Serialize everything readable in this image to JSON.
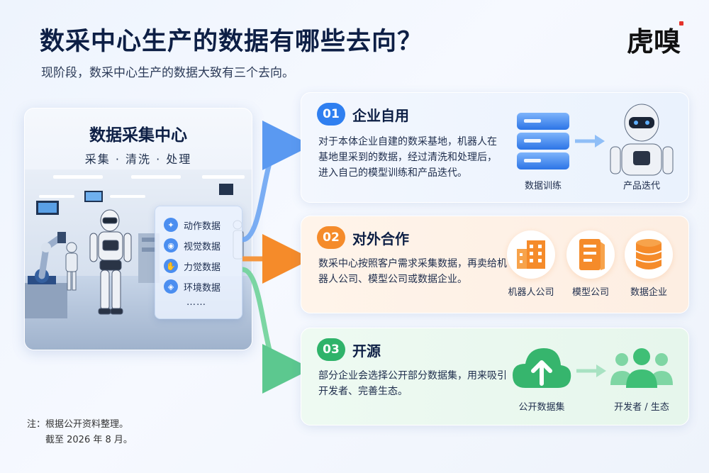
{
  "header": {
    "title": "数采中心生产的数据有哪些去向？",
    "subtitle": "现阶段，数采中心生产的数据大致有三个去向。",
    "logo_text": "虎嗅"
  },
  "center": {
    "title": "数据采集中心",
    "subtitle": "采集 · 清洗 · 处理",
    "data_types": [
      "动作数据",
      "视觉数据",
      "力觉数据",
      "环境数据"
    ],
    "more": "……"
  },
  "routes": [
    {
      "number": "01",
      "title": "企业自用",
      "body": "对于本体企业自建的数采基地，机器人在基地里采到的数据，经过清洗和处理后，进入自己的模型训练和产品迭代。",
      "icons": [
        {
          "name": "server-stack-icon",
          "label": "数据训练"
        },
        {
          "name": "robot-head-icon",
          "label": "产品迭代"
        }
      ],
      "color": "#2f7ff0"
    },
    {
      "number": "02",
      "title": "对外合作",
      "body": "数采中心按照客户需求采集数据，再卖给机器人公司、模型公司或数据企业。",
      "icons": [
        {
          "name": "building-icon",
          "label": "机器人公司"
        },
        {
          "name": "document-cube-icon",
          "label": "模型公司"
        },
        {
          "name": "database-icon",
          "label": "数据企业"
        }
      ],
      "color": "#f58b2a"
    },
    {
      "number": "03",
      "title": "开源",
      "body": "部分企业会选择公开部分数据集，用来吸引开发者、完善生态。",
      "icons": [
        {
          "name": "cloud-upload-icon",
          "label": "公开数据集"
        },
        {
          "name": "people-group-icon",
          "label": "开发者 / 生态"
        }
      ],
      "color": "#2fb36a"
    }
  ],
  "footnote": {
    "line1": "注：根据公开资料整理。",
    "line2": "截至 2026 年 8 月。"
  }
}
